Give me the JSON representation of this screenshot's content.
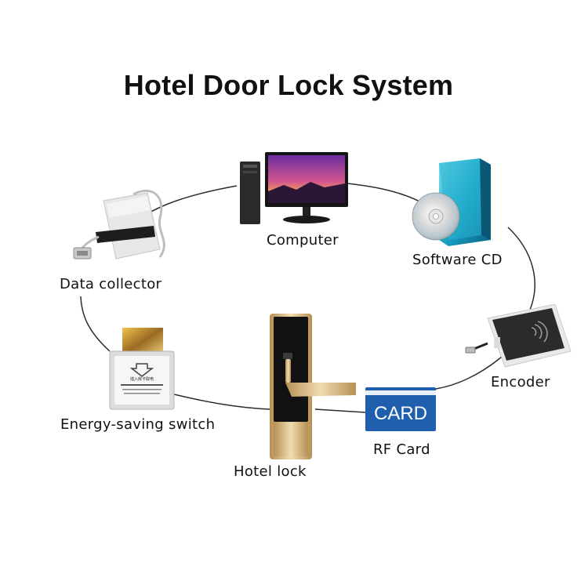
{
  "title": "Hotel Door Lock System",
  "nodes": {
    "computer": {
      "label": "Computer",
      "icon": "computer-icon"
    },
    "software_cd": {
      "label": "Software CD",
      "icon": "software-cd-icon"
    },
    "encoder": {
      "label": "Encoder",
      "icon": "card-encoder-icon"
    },
    "rf_card": {
      "label": "RF Card",
      "icon": "rf-card-icon",
      "card_text": "CARD"
    },
    "hotel_lock": {
      "label": "Hotel lock",
      "icon": "door-lock-icon"
    },
    "energy_switch": {
      "label": "Energy-saving switch",
      "icon": "energy-switch-icon",
      "plate_text": "插入房卡取电"
    },
    "data_collector": {
      "label": "Data collector",
      "icon": "data-collector-icon"
    }
  },
  "colors": {
    "ring": "#333333",
    "card_blue": "#1f5fae",
    "lock_gold": "#d7b680",
    "screen_purple": "#8a3aa8",
    "cd_box_teal": "#1a9fbf"
  }
}
